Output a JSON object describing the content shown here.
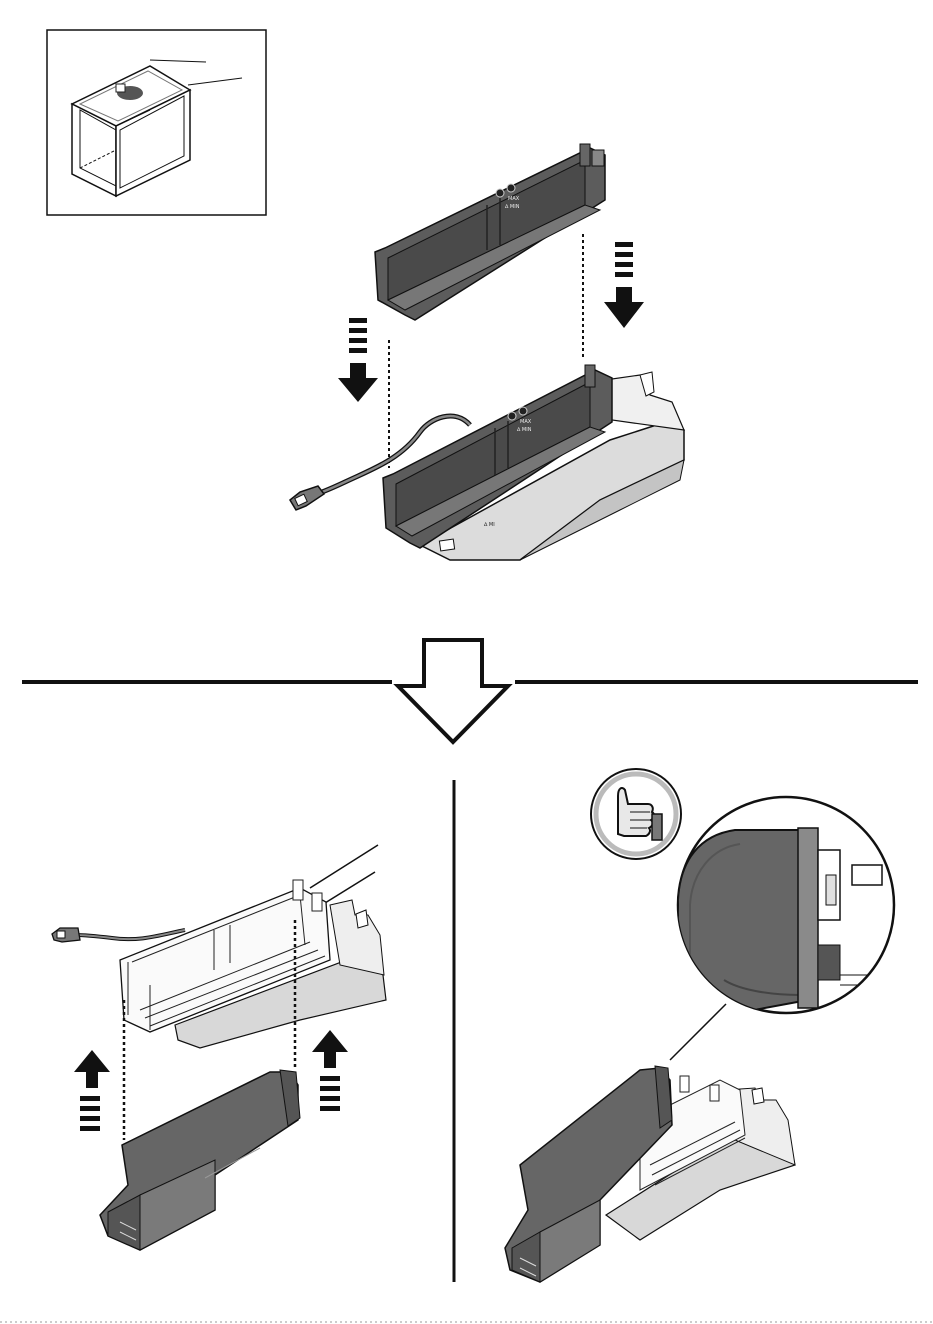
{
  "document": {
    "type": "assembly-instruction-sheet",
    "panel_count": 3,
    "panels": [
      {
        "id": "top",
        "step": "insert-filter-tray"
      },
      {
        "id": "bottom-left",
        "step": "attach-duct-cover"
      },
      {
        "id": "bottom-right",
        "step": "check-clip-fit"
      }
    ]
  },
  "tray_label": {
    "line1": "MAX",
    "line2": "∆ MIN"
  },
  "colors": {
    "ink": "#1a1a1a",
    "dark_part": "#5a5a5a",
    "mid_part": "#8c8c8c",
    "light_part": "#d4d4d4",
    "paper": "#ffffff"
  },
  "icons": [
    "cabinet-hint-icon",
    "arrow-down-icon",
    "arrow-up-icon",
    "big-down-arrow-icon",
    "thumbs-up-icon",
    "power-plug-icon",
    "zoom-callout-icon"
  ]
}
